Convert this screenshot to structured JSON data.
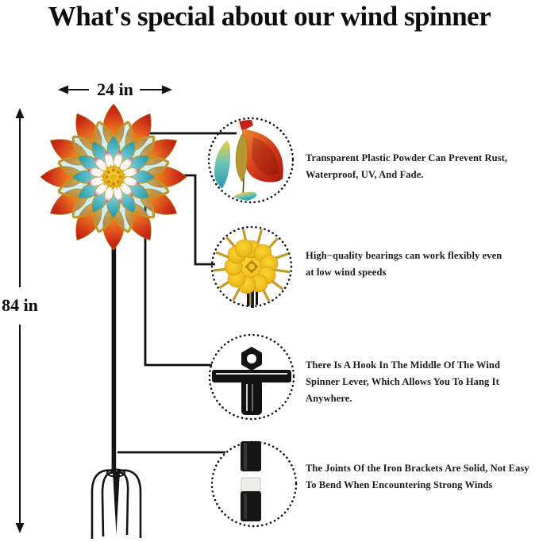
{
  "title": "What's special about our wind spinner",
  "dimensions": {
    "width_label": "24 in",
    "height_label": "84 in"
  },
  "features": [
    {
      "icon": "spinner-blades-icon",
      "text": "Transparent Plastic Powder Can Prevent Rust,\nWaterproof, UV, And Fade."
    },
    {
      "icon": "bearing-hub-icon",
      "text": "High−quality bearings can work flexibly even\nat low wind speeds"
    },
    {
      "icon": "hanging-hook-icon",
      "text": "There Is A Hook In The Middle Of The Wind\nSpinner Lever, Which Allows You To Hang It\nAnywhere."
    },
    {
      "icon": "pole-joint-icon",
      "text": "The Joints Of the Iron Brackets Are Solid, Not Easy\nTo Bend When Encountering Strong Winds"
    }
  ],
  "colors": {
    "background": "#ffffff",
    "line": "#111111",
    "petal_red": "#c4271c",
    "petal_orange": "#e86a1d",
    "petal_gold": "#d4a017",
    "petal_teal": "#2aa7b8",
    "petal_purple": "#9a3090",
    "center_yellow": "#f2c11c",
    "metal_black": "#161616"
  }
}
